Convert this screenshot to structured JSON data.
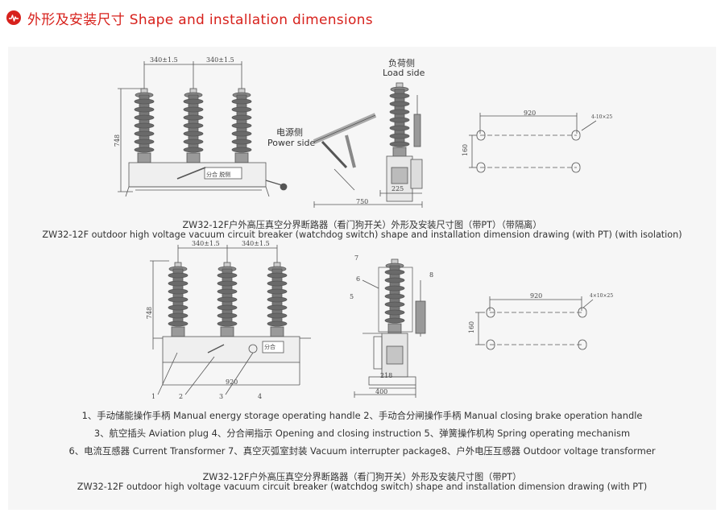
{
  "header": {
    "title": "外形及安装尺寸 Shape and installation dimensions",
    "accent_color": "#d7211c",
    "icon": "pulse-icon"
  },
  "drawing1": {
    "dims": {
      "pole_spacing_1": "340±1.5",
      "pole_spacing_2": "340±1.5",
      "height": "748",
      "side_width": "750",
      "side_offset": "225",
      "base_length": "920",
      "base_width": "160",
      "hole_spec": "4-10×25"
    },
    "load_side_cn": "负荷侧",
    "load_side_en": "Load side",
    "power_side_cn": "电源侧",
    "power_side_en": "Power side",
    "panel_label": "分合 脱侧",
    "caption_cn": "ZW32-12F户外高压真空分界断路器（看门狗开关）外形及安装尺寸图（带PT）（带隔离）",
    "caption_en": "ZW32-12F outdoor high voltage vacuum circuit breaker (watchdog switch) shape and installation dimension drawing (with PT) (with isolation)"
  },
  "drawing2": {
    "dims": {
      "pole_spacing_1": "340±1.5",
      "pole_spacing_2": "340±1.5",
      "height": "748",
      "base_length": "920",
      "base_width": "160",
      "side_width": "400",
      "side_offset": "218",
      "hole_spec": "4×10×25"
    },
    "callouts": [
      "1",
      "2",
      "3",
      "4",
      "5",
      "6",
      "7",
      "8"
    ],
    "panel_label": "分合",
    "legend": [
      "1、手动储能操作手柄 Manual energy storage operating handle    2、手动合分闸操作手柄 Manual closing brake operation handle",
      "3、航空插头 Aviation plug    4、分合闸指示 Opening and closing instruction    5、弹簧操作机构 Spring operating mechanism",
      "6、电流互感器 Current Transformer    7、真空灭弧室封装 Vacuum interrupter package8、户外电压互感器 Outdoor voltage transformer"
    ],
    "caption_cn": "ZW32-12F户外高压真空分界断路器（看门狗开关）外形及安装尺寸图（带PT）",
    "caption_en": "ZW32-12F outdoor high voltage vacuum circuit breaker (watchdog switch) shape and installation dimension drawing (with PT)"
  }
}
